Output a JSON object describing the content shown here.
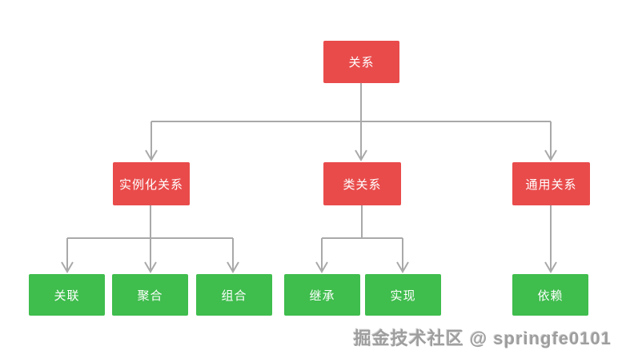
{
  "diagram": {
    "nodes": {
      "root": {
        "label": "关系"
      },
      "level2": [
        {
          "label": "实例化关系"
        },
        {
          "label": "类关系"
        },
        {
          "label": "通用关系"
        }
      ],
      "level3": [
        {
          "label": "关联"
        },
        {
          "label": "聚合"
        },
        {
          "label": "组合"
        },
        {
          "label": "继承"
        },
        {
          "label": "实现"
        },
        {
          "label": "依赖"
        }
      ]
    }
  },
  "watermark": {
    "text": "掘金技术社区 @ springfe0101"
  },
  "colors": {
    "node_red": "#e94b4b",
    "node_green": "#3fbd4d",
    "connector": "#a9a9a9",
    "watermark_text": "#9e9e9e"
  }
}
